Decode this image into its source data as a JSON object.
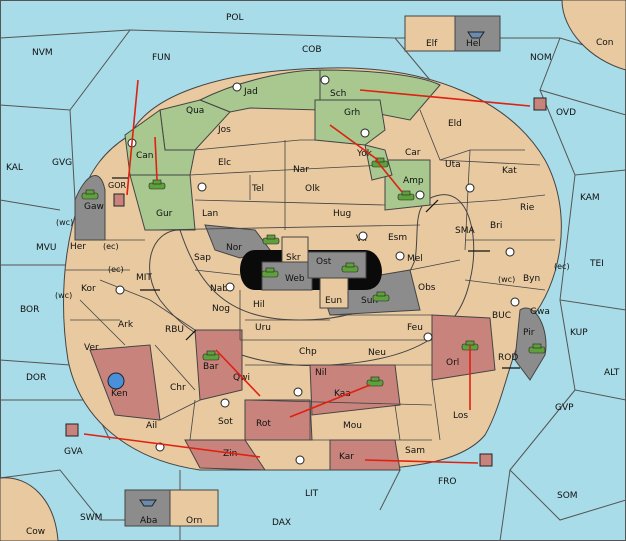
{
  "colors": {
    "sea": "#a8dce8",
    "land": "#e8c9a0",
    "green_power": "#a8c890",
    "red_power": "#c8847c",
    "neutral_gray": "#8c8c8c",
    "black_zone": "#0a0a0a",
    "order_arrow": "#e02010",
    "unit_green": "#5f9f3c"
  },
  "icons": {
    "supply_center": "supply-center-icon",
    "army": "tank-unit-icon",
    "fleet": "ship-unit-icon",
    "order": "move-arrow-icon",
    "convoy": "double-arrow-icon"
  },
  "sea_labels": [
    "POL",
    "NVM",
    "FUN",
    "COB",
    "NOM",
    "Con",
    "OVD",
    "KAL",
    "GVG",
    "KAM",
    "MVU",
    "MIT",
    "SMA",
    "TEI",
    "BOR",
    "BUC",
    "KUP",
    "RBU",
    "ROD",
    "ALT",
    "DOR",
    "GVP",
    "GVA",
    "FRO",
    "SOM",
    "SWM",
    "LIT",
    "DAX",
    "Cow"
  ],
  "province_labels": [
    "Jad",
    "Sch",
    "Qua",
    "Jos",
    "Grh",
    "Eld",
    "Can",
    "Elc",
    "Nar",
    "Yok",
    "Car",
    "Uta",
    "Tel",
    "Olk",
    "Amp",
    "Kat",
    "Gur",
    "Lan",
    "Hug",
    "Rie",
    "Bri",
    "Nor",
    "Skr",
    "Vil",
    "Esm",
    "Sap",
    "Ost",
    "Mel",
    "Web",
    "Nab",
    "Eun",
    "Sun",
    "Obs",
    "Hil",
    "Nog",
    "Uru",
    "Feu",
    "Chp",
    "Neu",
    "Orl",
    "Bar",
    "Qwi",
    "Nil",
    "Kaa",
    "Rot",
    "Sot",
    "Mou",
    "Los",
    "Zin",
    "Kar",
    "Sam",
    "Ken",
    "Chr",
    "Ail",
    "Ark",
    "Ver",
    "Kor",
    "Her",
    "Gaw",
    "GOR",
    "Pir",
    "Gwa",
    "Byn",
    "Elf",
    "Hel",
    "Aba",
    "Orn"
  ],
  "coast_labels": [
    "(wc)",
    "(ec)",
    "(ec)",
    "(wc)",
    "(wc)",
    "(ec)"
  ]
}
